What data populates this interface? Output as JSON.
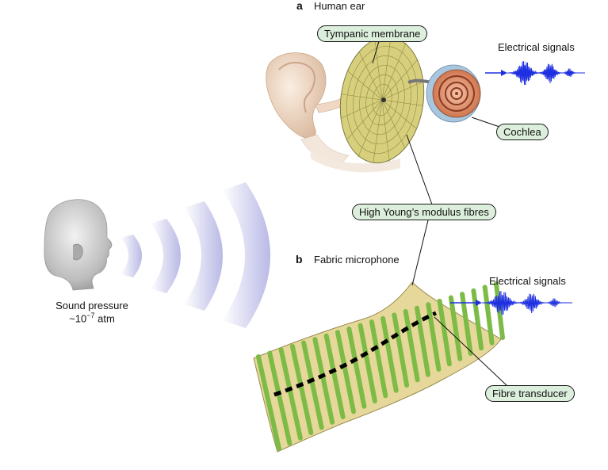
{
  "panel_a": {
    "letter": "a",
    "title": "Human ear",
    "tympanic_label": "Tympanic membrane",
    "cochlea_label": "Cochlea",
    "signals_label": "Electrical signals"
  },
  "panel_b": {
    "letter": "b",
    "title": "Fabric microphone",
    "signals_label": "Electrical signals",
    "transducer_label": "Fibre transducer"
  },
  "shared": {
    "fibres_label": "High Young’s modulus fibres"
  },
  "sound": {
    "line1": "Sound pressure",
    "line2_prefix": "~10",
    "line2_exp": "−7",
    "line2_unit": " atm"
  },
  "colors": {
    "pill_fill": "#dcefdc",
    "signal_blue": "#1d2fe0",
    "fabric_green": "#7dbb47",
    "fabric_tan": "#e6d79a",
    "wave_purple": "#c9c9ec",
    "ear_skin": "#efdccb",
    "cochlea_orange": "#d9845c"
  }
}
